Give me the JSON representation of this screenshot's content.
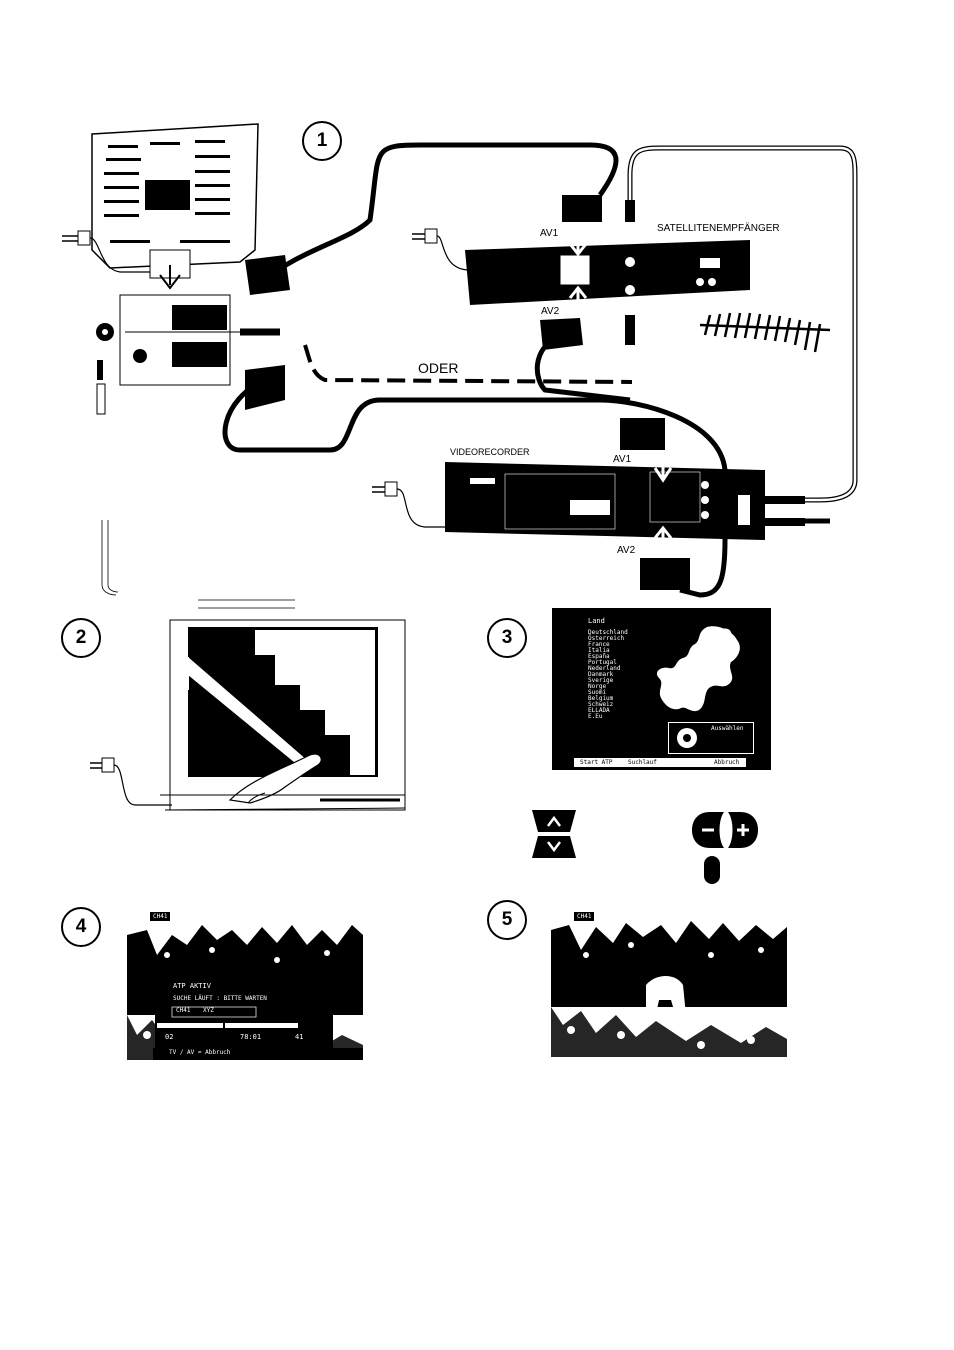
{
  "steps": [
    "1",
    "2",
    "3",
    "4",
    "5"
  ],
  "labels": {
    "av1_sat": "AV1",
    "av2_sat": "AV2",
    "satellite": "SATELLITENEMPFÄNGER",
    "oder": "ODER",
    "videorecorder": "VIDEORECORDER",
    "av1_vcr": "AV1",
    "av2_vcr": "AV2"
  },
  "country_menu": {
    "title": "Land",
    "countries": [
      "Deutschland",
      "Österreich",
      "France",
      "Italia",
      "España",
      "Portugal",
      "Nederland",
      "Danmark",
      "Sverige",
      "Norge",
      "Suomi",
      "Belgium",
      "Schweiz",
      "ELLADA",
      "E.Eu"
    ],
    "select_hint": "Auswählen",
    "footer": {
      "start": "Start ATP",
      "search": "Suchlauf",
      "cancel": "Abbruch"
    }
  },
  "atp_screen": {
    "channel": "CH41",
    "status": "ATP AKTIV",
    "search": "SUCHE LÄUFT : BITTE WARTEN",
    "channel_name_label": "CH41",
    "channel_name": "XYZ",
    "from": "02",
    "freq": "78:01",
    "to": "41",
    "footer": "TV / AV = Abbruch"
  },
  "final_screen": {
    "channel": "CH41"
  },
  "colors": {
    "ink": "#000000",
    "paper": "#ffffff"
  },
  "icons": [
    "up-down-buttons-icon",
    "minus-plus-buttons-icon",
    "ok-button-icon",
    "tv-back-icon",
    "satellite-receiver-icon",
    "videorecorder-icon",
    "antenna-icon",
    "mains-plug-icon",
    "hand-icon",
    "europe-map-icon"
  ]
}
